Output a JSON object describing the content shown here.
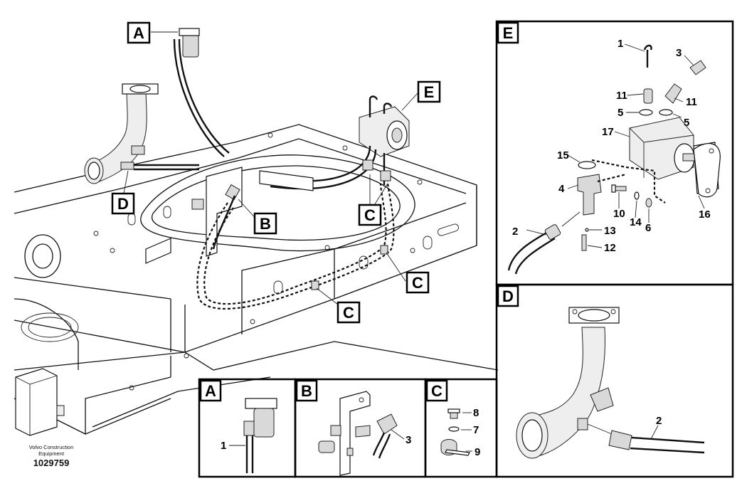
{
  "callouts": {
    "a": "A",
    "b": "B",
    "c1": "C",
    "c2": "C",
    "c3": "C",
    "d": "D",
    "e": "E"
  },
  "panels": {
    "e": {
      "title": "E",
      "parts": [
        "1",
        "3",
        "11",
        "11",
        "5",
        "5",
        "17",
        "15",
        "4",
        "10",
        "14",
        "6",
        "16",
        "2",
        "13",
        "12"
      ]
    },
    "d": {
      "title": "D",
      "parts": [
        "2"
      ]
    },
    "a": {
      "title": "A",
      "parts": [
        "1"
      ]
    },
    "b": {
      "title": "B",
      "parts": [
        "3"
      ]
    },
    "c": {
      "title": "C",
      "parts": [
        "8",
        "7",
        "9"
      ]
    }
  },
  "footer": {
    "brand": "Volvo Construction\nEquipment",
    "doc_number": "1029759"
  }
}
